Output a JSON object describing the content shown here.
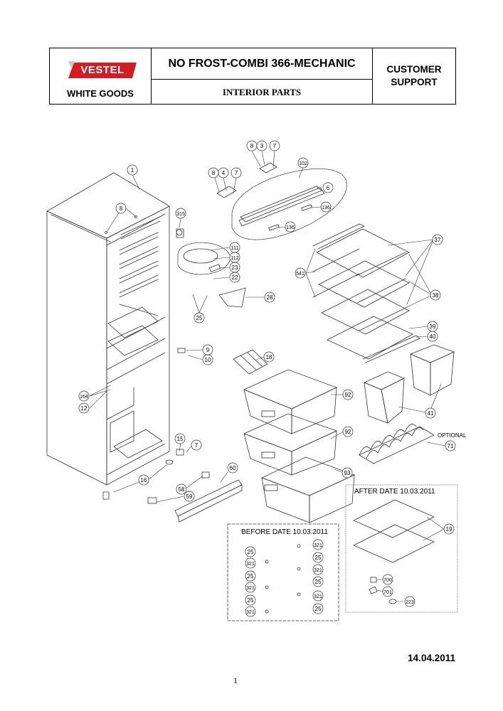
{
  "header": {
    "brand": "VESTEL",
    "brand_sub": "WHITE GOODS",
    "title": "NO FROST-COMBI 366-MECHANIC",
    "subtitle": "INTERIOR PARTS",
    "support_line1": "CUSTOMER",
    "support_line2": "SUPPORT",
    "brand_color": "#d21d24"
  },
  "labels": {
    "before_date": "BEFORE DATE 10.03.2011",
    "after_date": "AFTER DATE 10.03.2011",
    "optional": "OPTIONAL"
  },
  "callouts": [
    "1",
    "8",
    "315",
    "8",
    "4",
    "7",
    "8",
    "3",
    "7",
    "102",
    "6",
    "136",
    "136",
    "111",
    "112",
    "23",
    "22",
    "25",
    "28",
    "37",
    "541",
    "38",
    "39",
    "40",
    "9",
    "10",
    "18",
    "164",
    "12",
    "92",
    "92",
    "41",
    "71",
    "15",
    "7",
    "60",
    "16",
    "58",
    "59",
    "93",
    "19",
    "25",
    "321",
    "25",
    "321",
    "25",
    "321",
    "321",
    "25",
    "321",
    "25",
    "321",
    "25",
    "700",
    "701",
    "223"
  ],
  "footer": {
    "date": "14.04.2011",
    "page": "1"
  }
}
